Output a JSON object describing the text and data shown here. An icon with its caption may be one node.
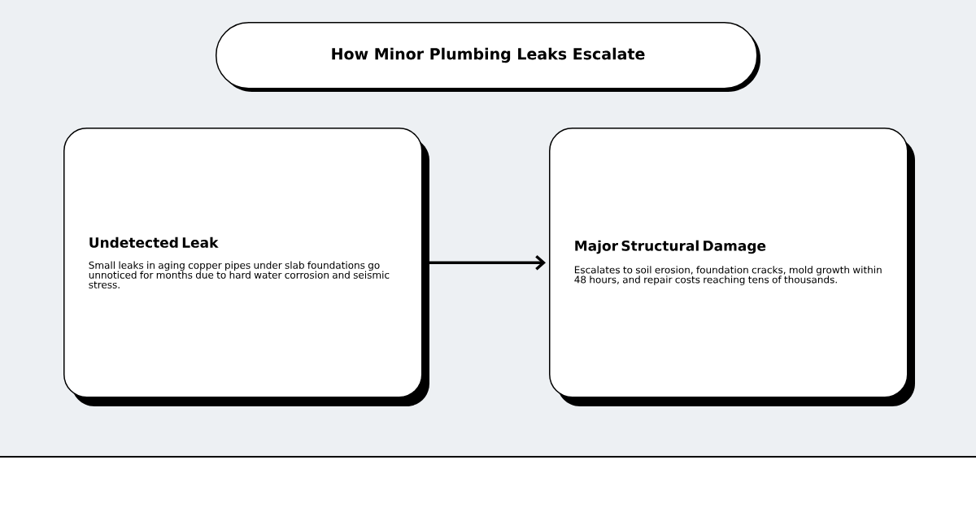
{
  "diagram": {
    "title": "How Minor Plumbing Leaks Escalate",
    "nodes": [
      {
        "text": [
          "Undetected Leak",
          "Small leaks in aging copper pipes under slab foundations go unnoticed for months due to hard water corrosion and seismic stress."
        ]
      },
      {
        "text": [
          "Major Structural Damage",
          "Escalates to soil erosion, foundation cracks, mold growth within 48 hours, and repair costs reaching tens of thousands."
        ]
      }
    ],
    "edges": [
      {
        "from": 0,
        "to": 1,
        "arrow": "to"
      }
    ]
  }
}
